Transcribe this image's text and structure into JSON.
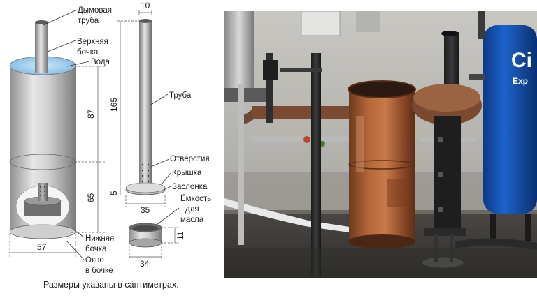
{
  "labels": {
    "smoke_pipe": [
      "Дымовая",
      "труба"
    ],
    "upper_barrel": [
      "Верхняя",
      "бочка"
    ],
    "water": "Вода",
    "pipe": "Труба",
    "holes": "Отверстия",
    "lid": "Крышка",
    "damper": "Заслонка",
    "oil_container": [
      "Ёмкость",
      "для",
      "масла"
    ],
    "lower_barrel": [
      "Нижняя",
      "бочка"
    ],
    "barrel_window": [
      "Окно",
      "в бочке"
    ]
  },
  "dimensions": {
    "upper_height": "87",
    "lower_height": "65",
    "barrel_width": "57",
    "pipe_width": "10",
    "pipe_height": "165",
    "lid_thickness": "5",
    "lid_width": "35",
    "container_height": "11",
    "container_width": "34"
  },
  "caption": "Размеры указаны в сантиметрах.",
  "photo": {
    "tank_logo": [
      "Ci",
      "Exp"
    ]
  }
}
